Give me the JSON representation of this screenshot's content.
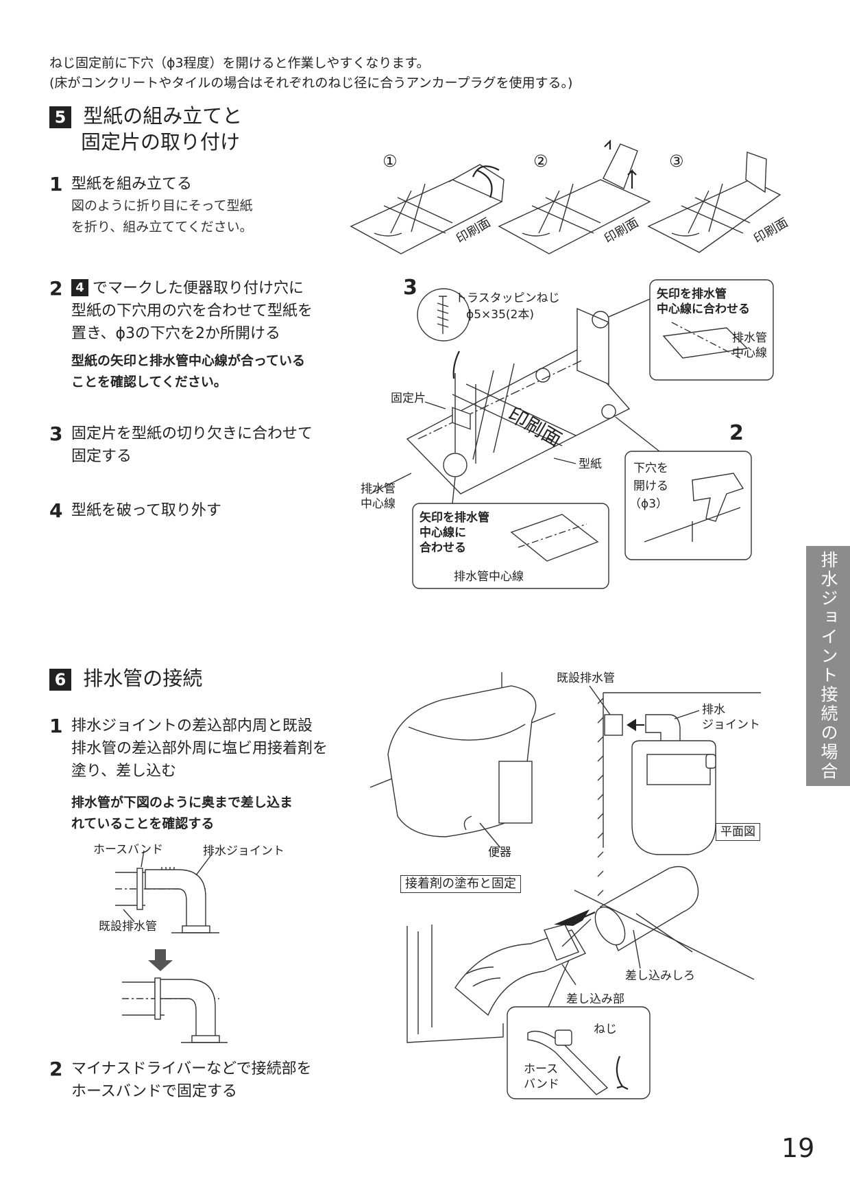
{
  "intro": {
    "line1": "ねじ固定前に下穴（ϕ3程度）を開けると作業しやすくなります。",
    "line2": "(床がコンクリートやタイルの場合はそれぞれのねじ径に合うアンカープラグを使用する。)"
  },
  "section5": {
    "number": "5",
    "title_line1": "型紙の組み立てと",
    "title_line2": "固定片の取り付け",
    "steps": [
      {
        "num": "1",
        "text": "型紙を組み立てる",
        "sub1": "図のように折り目にそって型紙",
        "sub2": "を折り、組み立ててください。"
      },
      {
        "num": "2",
        "ref": "4",
        "text1": "でマークした便器取り付け穴に",
        "text2": "型紙の下穴用の穴を合わせて型紙を",
        "text3": "置き、ϕ3の下穴を2か所開ける",
        "note1": "型紙の矢印と排水管中心線が合っている",
        "note2": "ことを確認してください。"
      },
      {
        "num": "3",
        "text1": "固定片を型紙の切り欠きに合わせて",
        "text2": "固定する"
      },
      {
        "num": "4",
        "text": "型紙を破って取り外す"
      }
    ],
    "figure": {
      "circle1": "①",
      "circle2": "②",
      "circle3": "③",
      "print_face": "印刷面",
      "screw_label_1": "トラスタッピンねじ",
      "screw_label_2": "ϕ5×35(2本)",
      "callout_top_1": "矢印を排水管",
      "callout_top_2": "中心線に合わせる",
      "pipe_center_a_1": "排水管",
      "pipe_center_a_2": "中心線",
      "fixing_piece": "固定片",
      "template": "型紙",
      "pipe_center_b_1": "排水管",
      "pipe_center_b_2": "中心線",
      "callout_bottom_1": "矢印を排水管",
      "callout_bottom_2": "中心線に",
      "callout_bottom_3": "合わせる",
      "callout_bottom_pipe": "排水管中心線",
      "drill_1": "下穴を",
      "drill_2": "開ける",
      "drill_3": "（ϕ3）",
      "marker_3": "3",
      "marker_2": "2"
    }
  },
  "section6": {
    "number": "6",
    "title": "排水管の接続",
    "steps": [
      {
        "num": "1",
        "text1": "排水ジョイントの差込部内周と既設",
        "text2": "排水管の差込部外周に塩ビ用接着剤を",
        "text3": "塗り、差し込む",
        "note1": "排水管が下図のように奥まで差し込ま",
        "note2": "れていることを確認する"
      },
      {
        "num": "2",
        "text1": "マイナスドライバーなどで接続部を",
        "text2": "ホースバンドで固定する"
      }
    ],
    "figure": {
      "hose_band": "ホースバンド",
      "drain_joint": "排水ジョイント",
      "existing_pipe": "既設排水管",
      "existing_pipe_top": "既設排水管",
      "drain_joint_top_1": "排水",
      "drain_joint_top_2": "ジョイント",
      "toilet": "便器",
      "plan_view": "平面図",
      "adhesive_box": "接着剤の塗布と固定",
      "insertion_margin": "差し込みしろ",
      "insertion_part": "差し込み部",
      "screw": "ねじ",
      "hose_band_detail_1": "ホース",
      "hose_band_detail_2": "バンド"
    }
  },
  "side_tab": "排水ジョイント接続の場合",
  "page_number": "19"
}
